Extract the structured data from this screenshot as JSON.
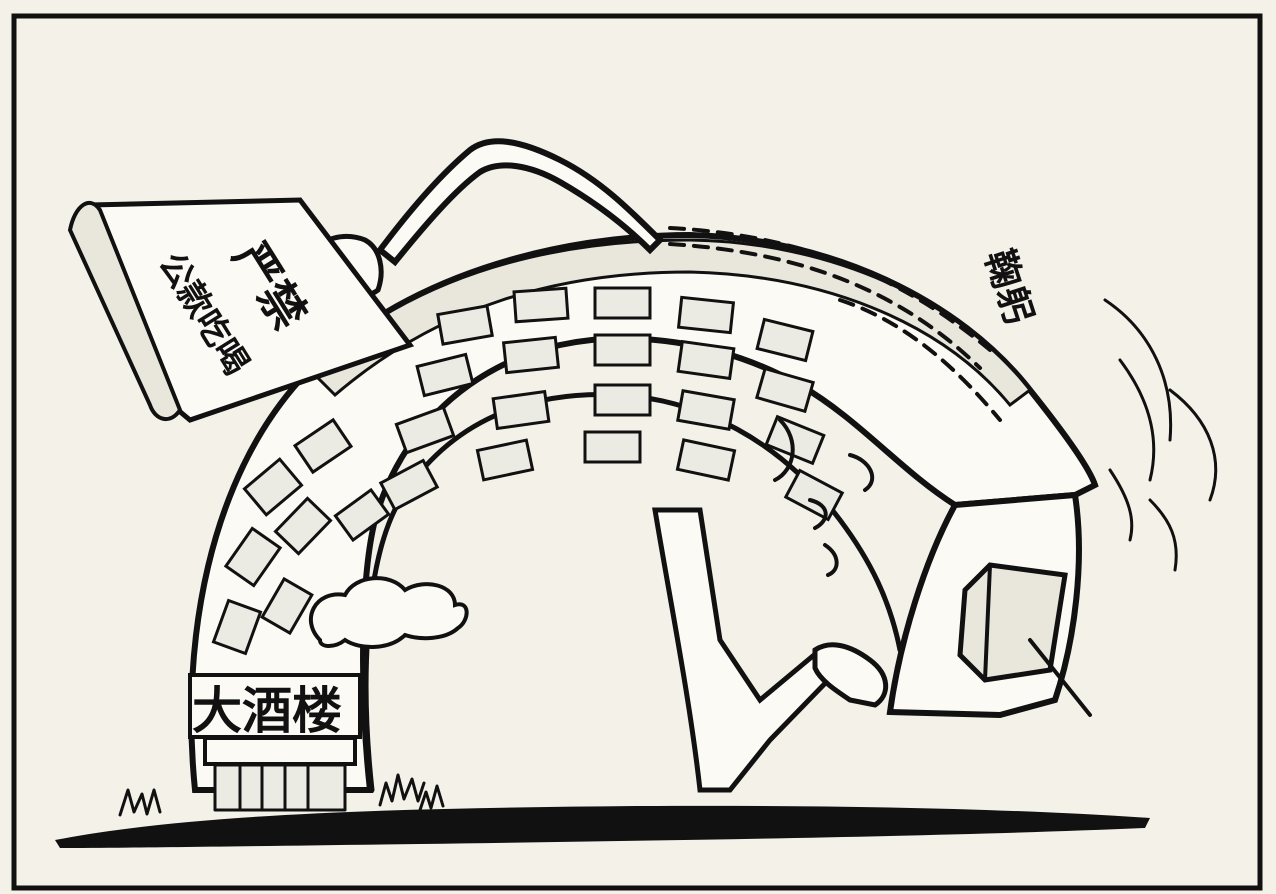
{
  "cartoon": {
    "paper_color": "#f4f1e8",
    "ink_color": "#111111",
    "held_sign": {
      "line1": "严禁",
      "line2": "公款吃喝"
    },
    "building_sign": "大酒楼",
    "bow_text": "鞠躬"
  }
}
